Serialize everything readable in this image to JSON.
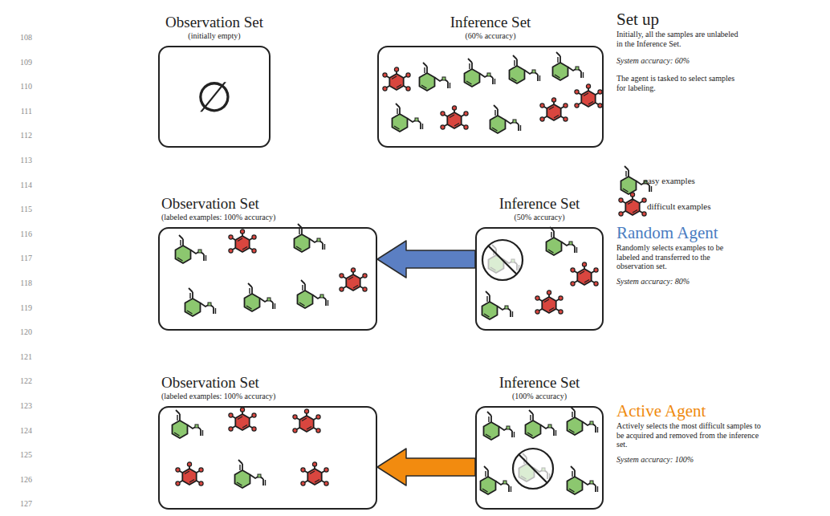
{
  "diagram": {
    "nodes": [
      {
        "text": [
          "Observation Set",
          "(initially empty)",
          "∅"
        ]
      },
      {
        "text": [
          "Inference Set",
          "(60% accuracy)"
        ]
      },
      {
        "text": [
          "Observation Set",
          "(labeled examples: 100% accuracy)"
        ]
      },
      {
        "text": [
          "Inference Set",
          "(50% accuracy)"
        ]
      },
      {
        "text": [
          "Observation Set",
          "(labeled examples: 100% accuracy)"
        ]
      },
      {
        "text": [
          "Inference Set",
          "(100% accuracy)"
        ]
      }
    ],
    "edges": [
      {
        "from": 3,
        "to": 2,
        "arrow": "to"
      },
      {
        "from": 5,
        "to": 4,
        "arrow": "to"
      }
    ],
    "labels": [
      "108",
      "109",
      "110",
      "111",
      "112",
      "113",
      "114",
      "115",
      "116",
      "117",
      "118",
      "119",
      "120",
      "121",
      "122",
      "123",
      "124",
      "125",
      "126",
      "127",
      "Set up",
      "Initially, all the samples are unlabeled in the Inference Set.",
      "System accuracy: 60%",
      "The agent is tasked to select samples for labeling.",
      "Random Agent",
      "Randomly selects examples to be labeled and transferred to the observation set.",
      "System accuracy: 80%",
      "Active Agent",
      "Actively selects the most difficult samples to be acquired and removed from the inference set.",
      "System accuracy: 100%"
    ],
    "legend": [
      {
        "text": "easy examples"
      },
      {
        "text": "difficult examples"
      }
    ]
  }
}
